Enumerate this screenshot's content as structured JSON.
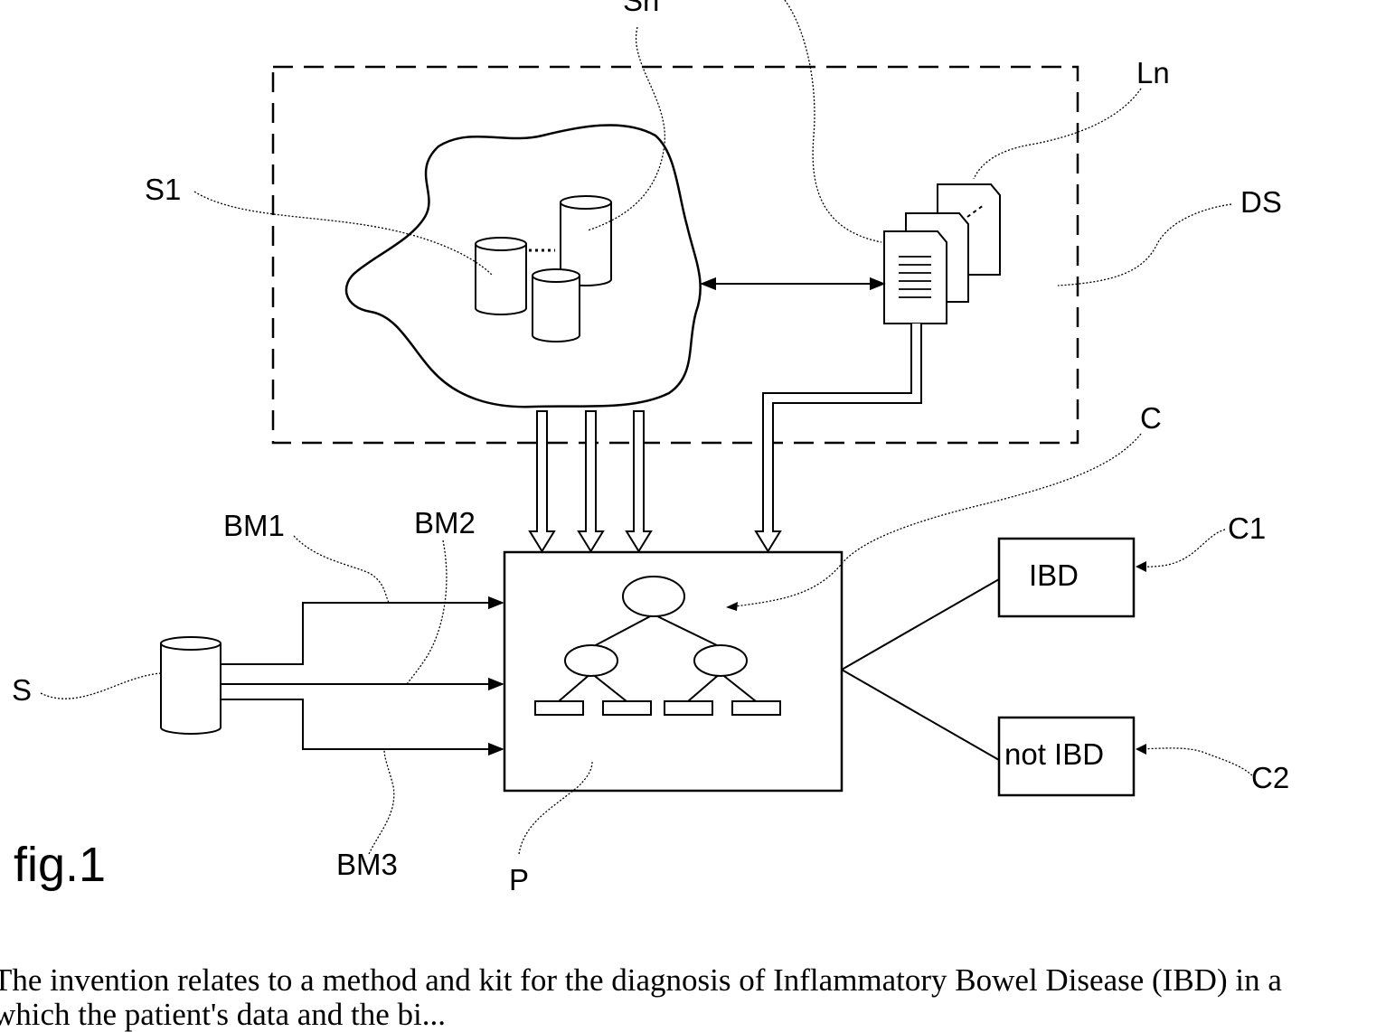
{
  "figure": {
    "caption": "fig.1",
    "labels": {
      "sn": "Sn",
      "s1": "S1",
      "ln": "Ln",
      "ds": "DS",
      "c": "C",
      "bm1": "BM1",
      "bm2": "BM2",
      "bm3": "BM3",
      "s": "S",
      "c1": "C1",
      "c2": "C2",
      "p": "P"
    },
    "class_boxes": {
      "ibd": "IBD",
      "not_ibd": "not IBD"
    }
  },
  "abstract": {
    "line1": "The invention relates to a method and kit for the diagnosis of Inflammatory Bowel Disease (IBD) in a",
    "line2": "which the patient's data and the bi..."
  },
  "colors": {
    "ink": "#000000",
    "background": "#ffffff"
  }
}
